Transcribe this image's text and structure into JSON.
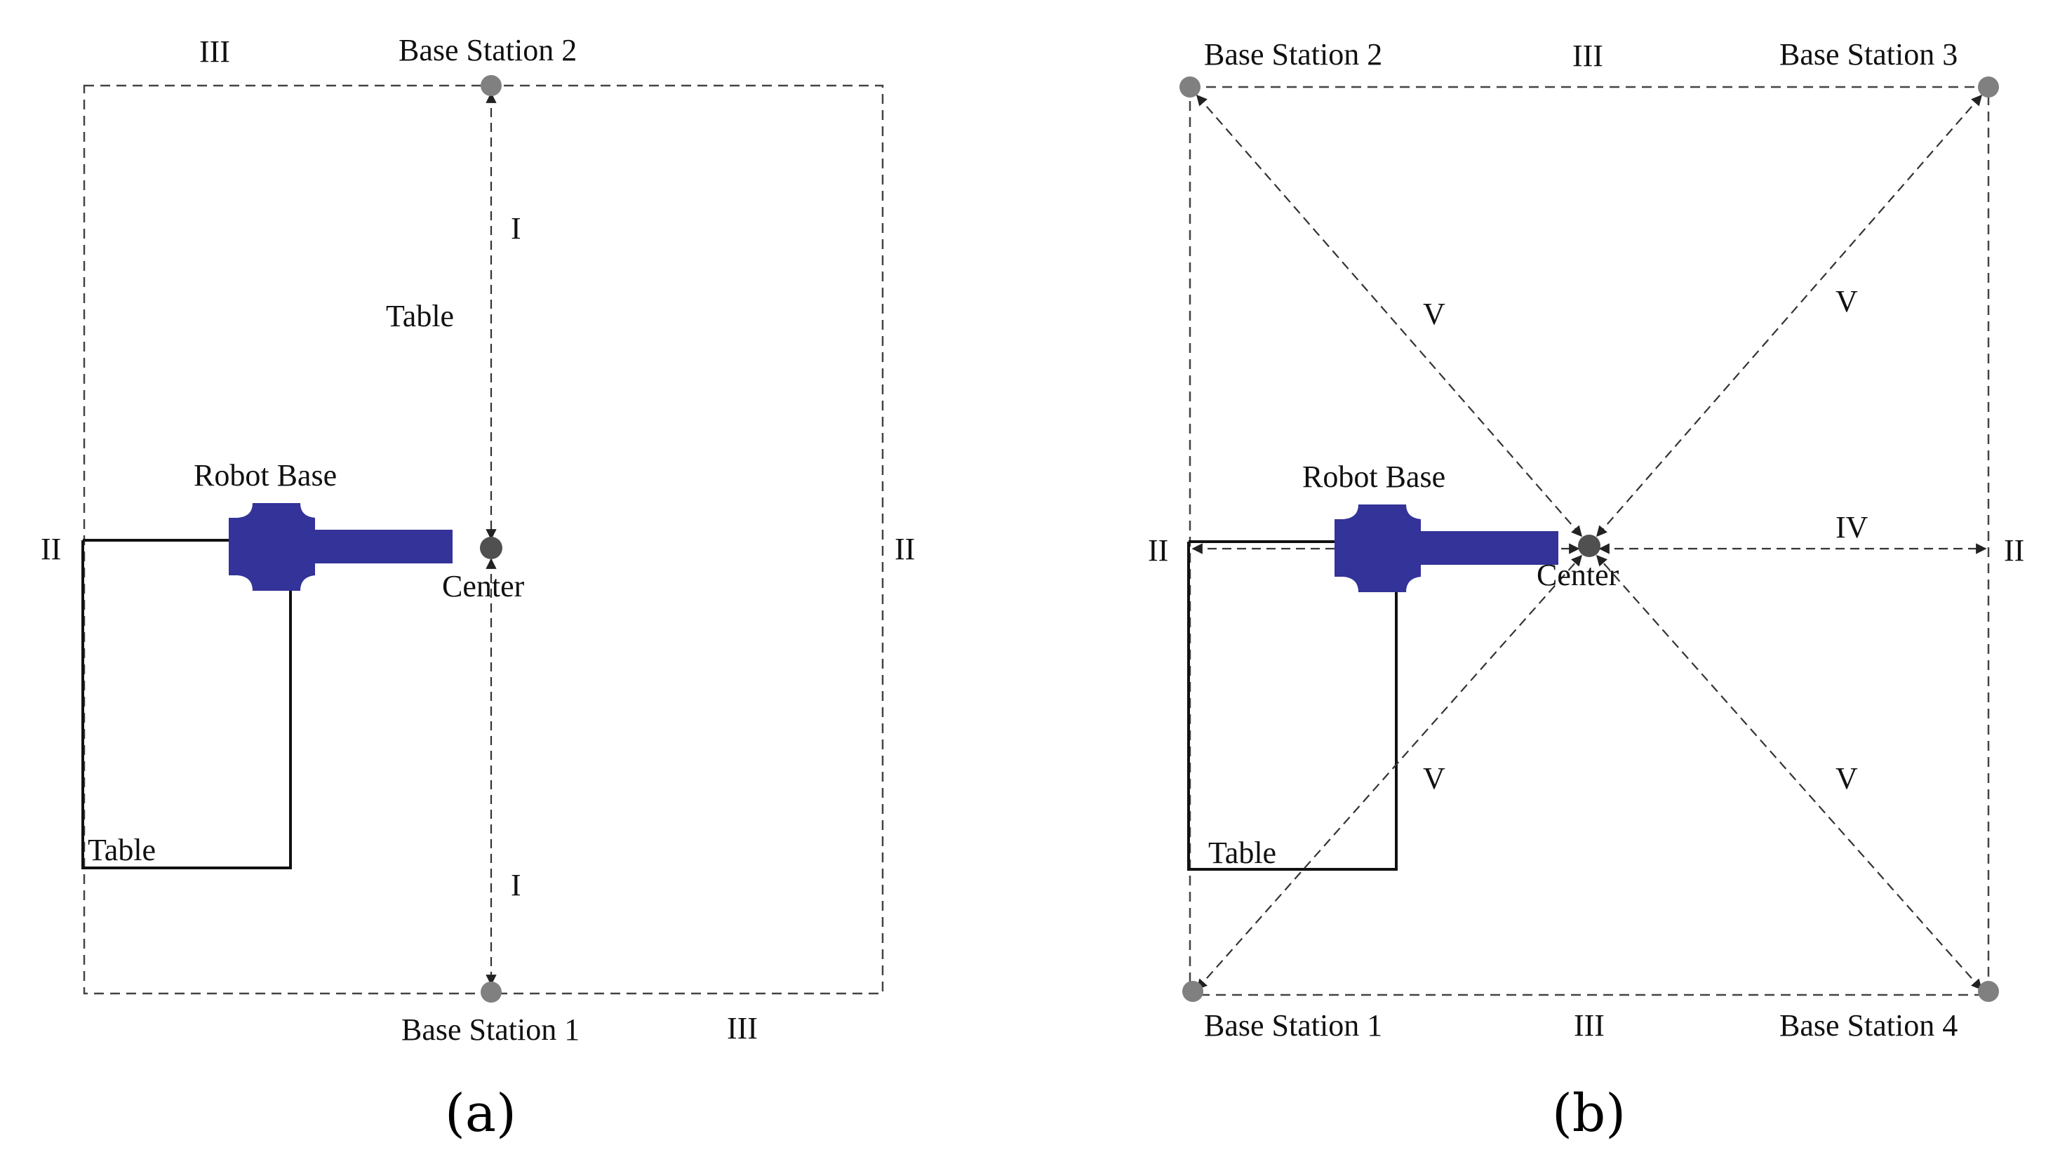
{
  "colors": {
    "robot": "#333399",
    "station": "#808080",
    "center": "#505050"
  },
  "panel_a": {
    "caption": "(a)",
    "base_station_2": "Base Station 2",
    "base_station_1": "Base Station 1",
    "table_label_top": "Table",
    "table_label": "Table",
    "robot_base": "Robot Base",
    "center": "Center",
    "zone_i_top": "I",
    "zone_i_bottom": "I",
    "zone_ii_left": "II",
    "zone_ii_right": "II",
    "zone_iii_top": "III",
    "zone_iii_bottom": "III"
  },
  "panel_b": {
    "caption": "(b)",
    "base_station_1": "Base Station 1",
    "base_station_2": "Base Station 2",
    "base_station_3": "Base Station 3",
    "base_station_4": "Base Station 4",
    "table_label": "Table",
    "robot_base": "Robot Base",
    "center": "Center",
    "zone_ii_left": "II",
    "zone_ii_right": "II",
    "zone_iii_top": "III",
    "zone_iii_bottom": "III",
    "zone_iv": "IV",
    "zone_v_top_left": "V",
    "zone_v_top_right": "V",
    "zone_v_bottom_left": "V",
    "zone_v_bottom_right": "V"
  }
}
